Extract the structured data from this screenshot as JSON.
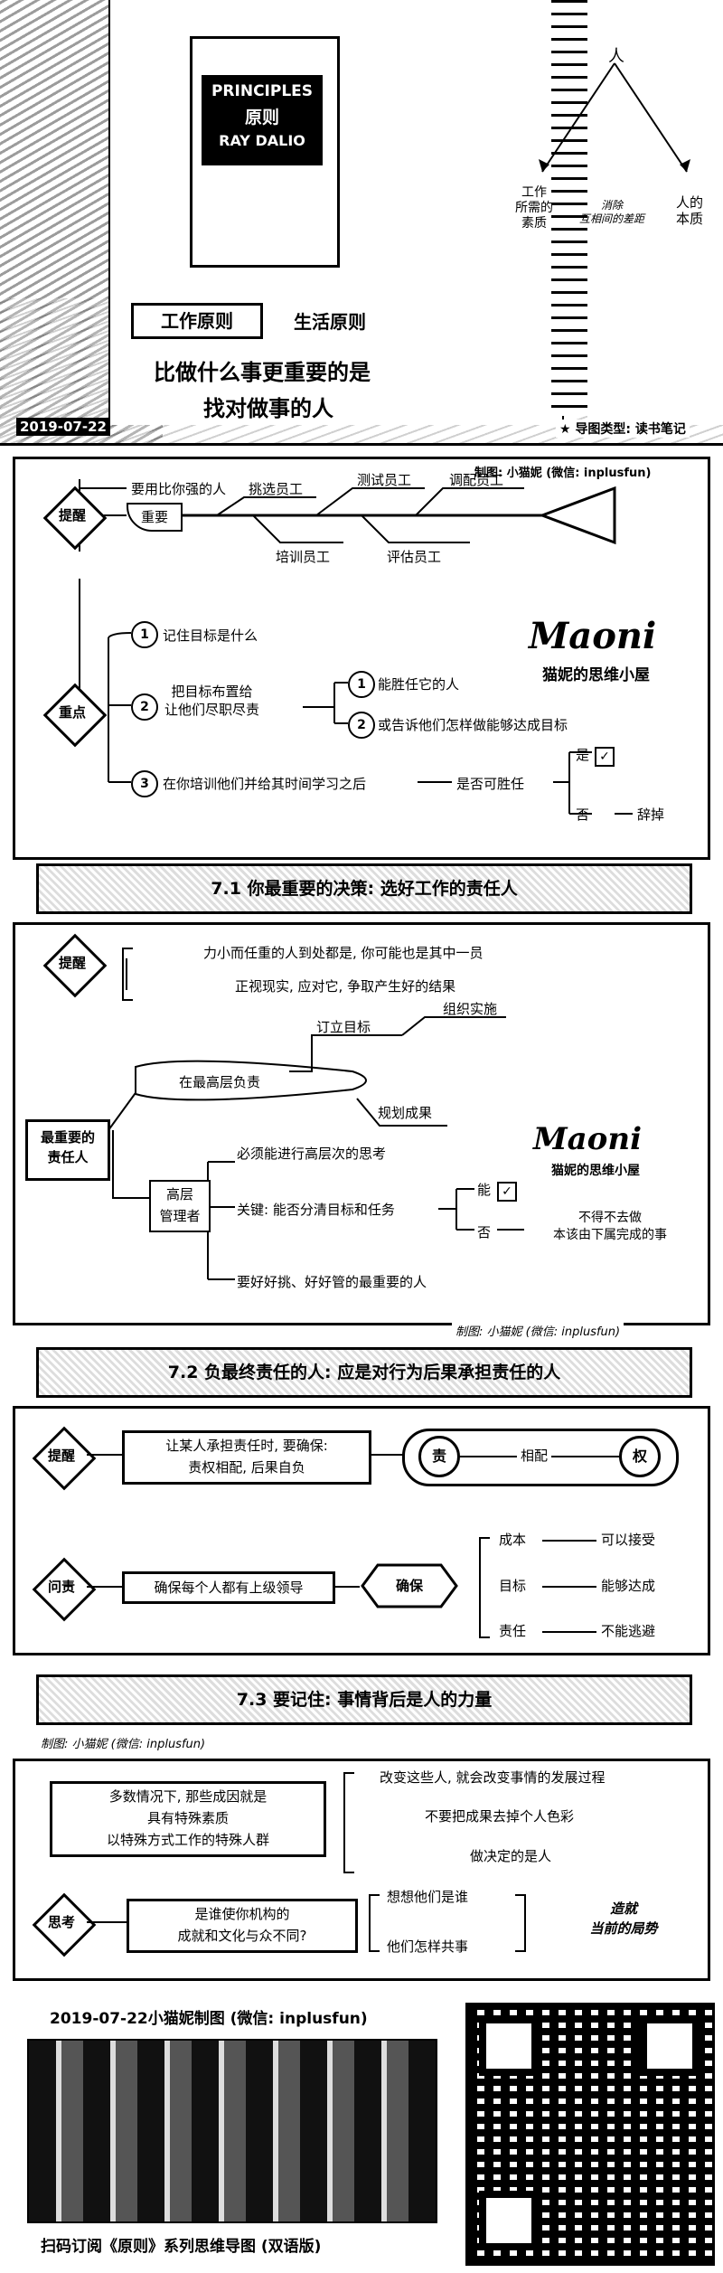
{
  "header": {
    "book_en": "PRINCIPLES",
    "book_cn": "原则",
    "author": "RAY DALIO",
    "tab_work": "工作原则",
    "tab_life": "生活原则",
    "slogan_l1": "比做什么事更重要的是",
    "slogan_l2": "找对做事的人",
    "date": "2019-07-22",
    "tagline": "导图类型: 读书笔记",
    "tri_top": "人",
    "tri_left_l1": "工作",
    "tri_left_l2": "所需的",
    "tri_left_l3": "素质",
    "tri_mid_l1": "消除",
    "tri_mid_l2": "互相间的差距",
    "tri_right_l1": "人的",
    "tri_right_l2": "本质"
  },
  "section1": {
    "credit": "制图: 小猫妮 (微信: inplusfun)",
    "tip": "提醒",
    "tip_line": "要用比你强的人",
    "important": "重要",
    "fish": [
      "挑选员工",
      "测试员工",
      "调配员工",
      "培训员工",
      "评估员工"
    ],
    "key": "重点",
    "k1": "记住目标是什么",
    "k2_l1": "把目标布置给",
    "k2_l2": "让他们尽职尽责",
    "k2a": "能胜任它的人",
    "k2b": "或告诉他们怎样做能够达成目标",
    "k3": "在你培训他们并给其时间学习之后",
    "k3q": "是否可胜任",
    "yes": "是",
    "no": "否",
    "fire": "辞掉",
    "n1": "1",
    "n2": "2",
    "n3": "3",
    "logo": "Maoni",
    "logo_sub": "猫妮的思维小屋"
  },
  "section2": {
    "banner": "7.1 你最重要的决策: 选好工作的责任人",
    "tip": "提醒",
    "tip_l1": "力小而任重的人到处都是, 你可能也是其中一员",
    "tip_l2": "正视现实, 应对它, 争取产生好的结果",
    "root_l1": "最重要的",
    "root_l2": "责任人",
    "top": "在最高层负责",
    "top_a": "订立目标",
    "top_b": "组织实施",
    "top_c": "规划成果",
    "mgr_l1": "高层",
    "mgr_l2": "管理者",
    "m1": "必须能进行高层次的思考",
    "m2": "关键: 能否分清目标和任务",
    "yes": "能",
    "no": "否",
    "no_l1": "不得不去做",
    "no_l2": "本该由下属完成的事",
    "m3": "要好好挑、好好管的最重要的人",
    "credit": "制图: 小猫妮 (微信: inplusfun)",
    "logo": "Maoni",
    "logo_sub": "猫妮的思维小屋"
  },
  "section3": {
    "banner": "7.2 负最终责任的人: 应是对行为后果承担责任的人",
    "tip": "提醒",
    "tip_l1": "让某人承担责任时, 要确保:",
    "tip_l2": "责权相配, 后果自负",
    "duty": "责",
    "match": "相配",
    "power": "权",
    "ask": "问责",
    "ask_line": "确保每个人都有上级领导",
    "ensure": "确保",
    "rows": [
      {
        "k": "成本",
        "v": "可以接受"
      },
      {
        "k": "目标",
        "v": "能够达成"
      },
      {
        "k": "责任",
        "v": "不能逃避"
      }
    ]
  },
  "section4": {
    "banner": "7.3 要记住: 事情背后是人的力量",
    "credit": "制图: 小猫妮 (微信: inplusfun)",
    "box_l1": "多数情况下, 那些成因就是",
    "box_l2": "具有特殊素质",
    "box_l3": "以特殊方式工作的特殊人群",
    "r1": "改变这些人, 就会改变事情的发展过程",
    "r2": "不要把成果去掉个人色彩",
    "r3": "做决定的是人",
    "think": "思考",
    "q_l1": "是谁使你机构的",
    "q_l2": "成就和文化与众不同?",
    "q_a": "想想他们是谁",
    "q_b": "他们怎样共事",
    "res_l1": "造就",
    "res_l2": "当前的局势"
  },
  "footer": {
    "top": "2019-07-22小猫妮制图 (微信: inplusfun)",
    "bottom": "扫码订阅《原则》系列思维导图 (双语版)"
  }
}
